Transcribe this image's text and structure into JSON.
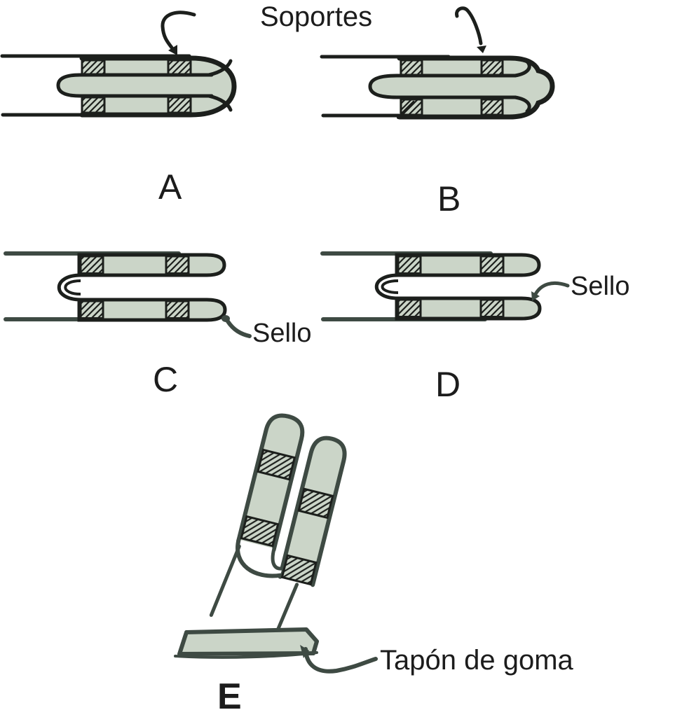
{
  "diagram": {
    "background": "#ffffff",
    "colors": {
      "tube_fill": "#cbd5c8",
      "ink": "#1c1f1c",
      "sketch": "#3e4a43",
      "text": "#1c1c1c",
      "background": "#ffffff"
    },
    "annotations": {
      "soportes": "Soportes",
      "sello_c": "Sello",
      "sello_d": "Sello",
      "tapon_de_goma": "Tapón de goma"
    },
    "figure_labels": {
      "a": "A",
      "b": "B",
      "c": "C",
      "d": "D",
      "e": "E"
    }
  }
}
